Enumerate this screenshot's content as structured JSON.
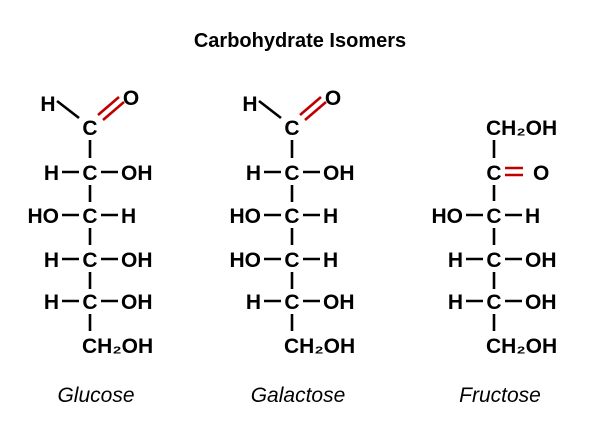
{
  "title": "Carbohydrate Isomers",
  "colors": {
    "accent": "#c00000",
    "ink": "#000000"
  },
  "molecules": [
    {
      "name": "Glucose",
      "top": {
        "type": "aldehyde",
        "h": "H",
        "c": "C",
        "o": "O"
      },
      "rows": [
        {
          "left": "H",
          "c": "C",
          "right": "OH",
          "red": ""
        },
        {
          "left": "HO",
          "c": "C",
          "right": "H",
          "red": ""
        },
        {
          "left": "H",
          "c": "C",
          "right": "OH",
          "red": "right"
        },
        {
          "left": "H",
          "c": "C",
          "right": "OH",
          "red": ""
        }
      ],
      "bottom": "CH₂OH"
    },
    {
      "name": "Galactose",
      "top": {
        "type": "aldehyde",
        "h": "H",
        "c": "C",
        "o": "O"
      },
      "rows": [
        {
          "left": "H",
          "c": "C",
          "right": "OH",
          "red": ""
        },
        {
          "left": "HO",
          "c": "C",
          "right": "H",
          "red": ""
        },
        {
          "left": "HO",
          "c": "C",
          "right": "H",
          "red": "left"
        },
        {
          "left": "H",
          "c": "C",
          "right": "OH",
          "red": ""
        }
      ],
      "bottom": "CH₂OH"
    },
    {
      "name": "Fructose",
      "top": {
        "type": "ketone",
        "ch2oh": "CH₂OH",
        "c": "C",
        "o": "O"
      },
      "rows": [
        {
          "left": "HO",
          "c": "C",
          "right": "H",
          "red": ""
        },
        {
          "left": "H",
          "c": "C",
          "right": "OH",
          "red": "right"
        },
        {
          "left": "H",
          "c": "C",
          "right": "OH",
          "red": ""
        }
      ],
      "bottom": "CH₂OH"
    }
  ]
}
